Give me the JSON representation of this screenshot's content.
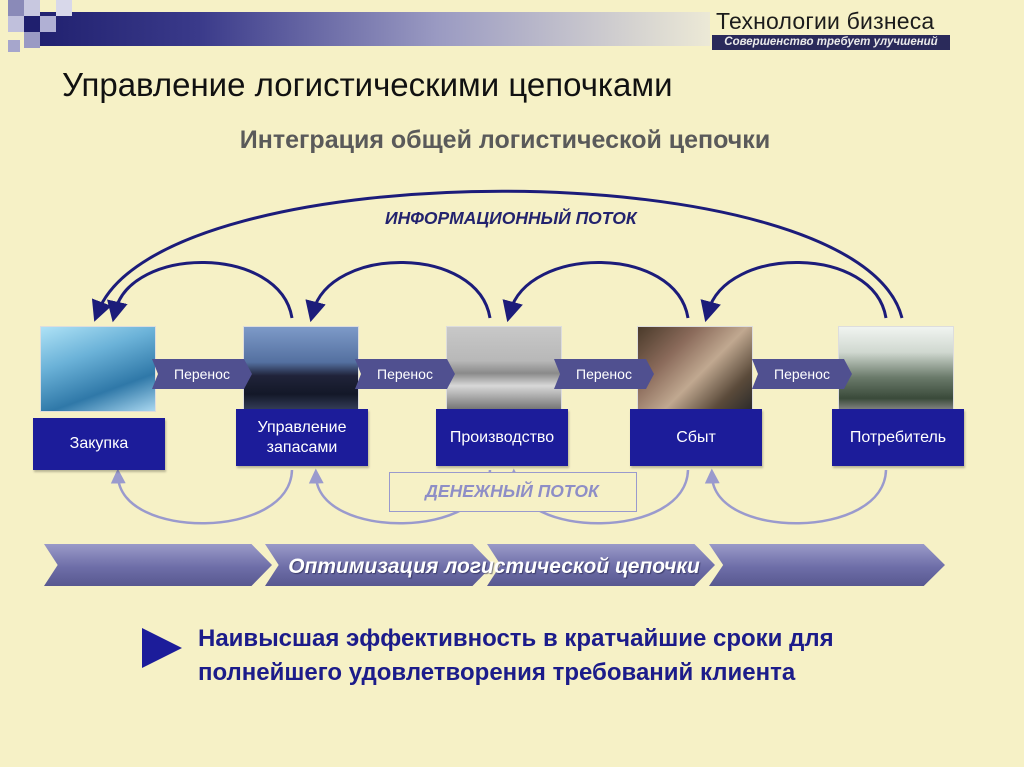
{
  "header": {
    "brand_title": "Технологии бизнеса",
    "brand_subtitle": "Совершенство требует улучшений",
    "page_title": "Управление логистическими цепочками",
    "subtitle": "Интеграция общей логистической цепочки"
  },
  "diagram": {
    "info_flow_label": "ИНФОРМАЦИОННЫЙ ПОТОК",
    "money_flow_label": "ДЕНЕЖНЫЙ ПОТОК",
    "steps": [
      {
        "label": "Закупка"
      },
      {
        "label": "Управление запасами"
      },
      {
        "label": "Производство"
      },
      {
        "label": "Сбыт"
      },
      {
        "label": "Потребитель"
      }
    ],
    "transfers": [
      "Перенос",
      "Перенос",
      "Перенос",
      "Перенос"
    ],
    "optimization_label": "Оптимизация логистической цепочки"
  },
  "conclusion": {
    "text": "Наивысшая эффективность в кратчайшие сроки для полнейшего удовлетворения требований клиента"
  },
  "colors": {
    "background": "#f6f1c6",
    "step_box": "#1c1c9a",
    "transfer_chevron": "#505090",
    "info_arrow": "#1c1c7a",
    "money_arrow": "#9a9acd"
  }
}
